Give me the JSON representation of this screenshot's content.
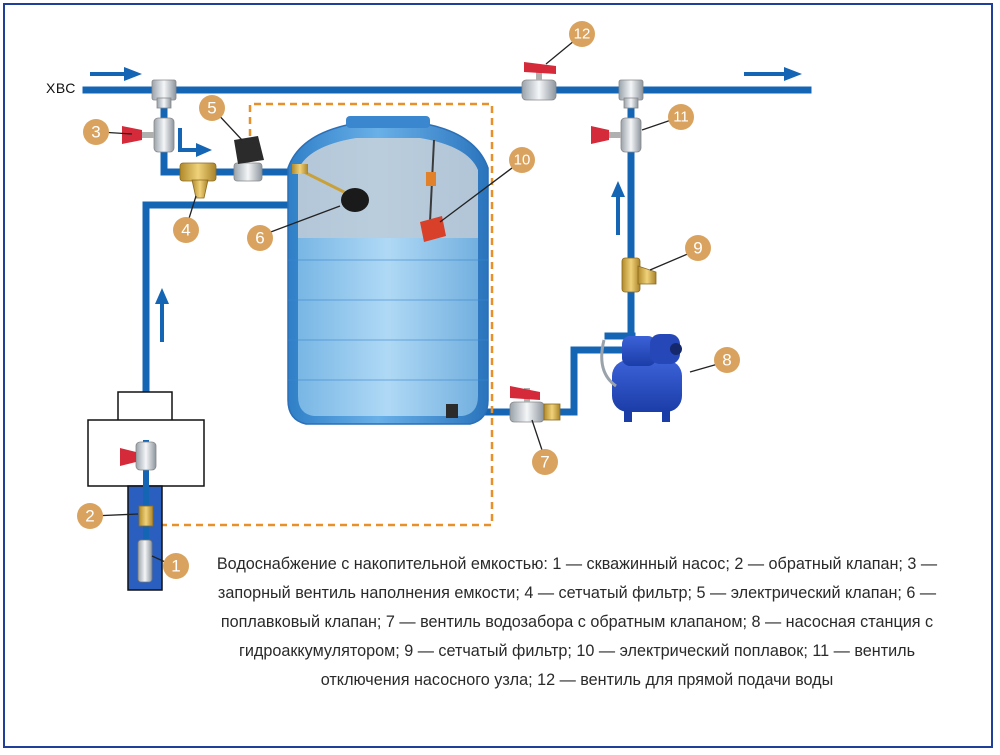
{
  "inlet_label": "ХВС",
  "caption": "Водоснабжение с накопительной емкостью: 1 — скважинный насос; 2 — обратный клапан; 3 — запорный вентиль наполнения емкости; 4 — сетчатый фильтр; 5 — электрический клапан; 6 — поплавковый клапан; 7 — вентиль водозабора с обратным клапаном; 8 — насосная станция с гидроаккумулятором; 9 — сетчатый фильтр; 10 — электрический поплавок; 11 — вентиль отключения насосного узла; 12 — вентиль для прямой подачи воды",
  "callouts": [
    {
      "num": "1",
      "component": "скважинный насос"
    },
    {
      "num": "2",
      "component": "обратный клапан"
    },
    {
      "num": "3",
      "component": "запорный вентиль наполнения емкости"
    },
    {
      "num": "4",
      "component": "сетчатый фильтр"
    },
    {
      "num": "5",
      "component": "электрический клапан"
    },
    {
      "num": "6",
      "component": "поплавковый клапан"
    },
    {
      "num": "7",
      "component": "вентиль водозабора с обратным клапаном"
    },
    {
      "num": "8",
      "component": "насосная станция с гидроаккумулятором"
    },
    {
      "num": "9",
      "component": "сетчатый фильтр"
    },
    {
      "num": "10",
      "component": "электрический поплавок"
    },
    {
      "num": "11",
      "component": "вентиль отключения насосного узла"
    },
    {
      "num": "12",
      "component": "вентиль для прямой подачи воды"
    }
  ],
  "colors": {
    "pipe": "#1565b5",
    "tank": "#4b98d8",
    "water": "#8ec4ec",
    "callout": "#d9a35f",
    "control_line": "#e8902a",
    "valve_handle": "#d42a3a",
    "brass": "#c9a13a",
    "frame": "#1f3f9a"
  }
}
